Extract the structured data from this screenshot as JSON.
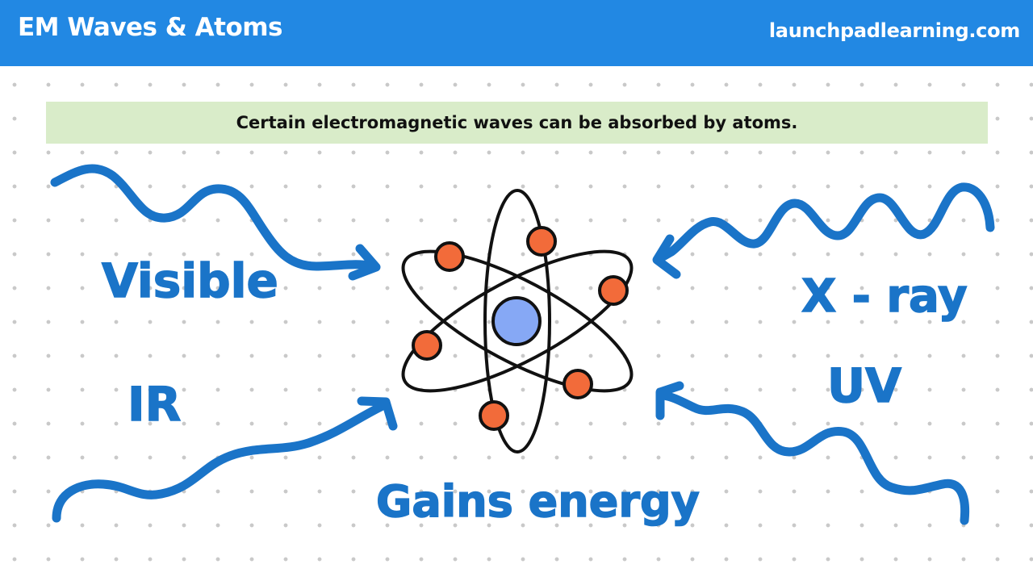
{
  "header": {
    "title": "EM Waves & Atoms",
    "site": "launchpadlearning.com",
    "color": "#2288e3"
  },
  "banner": {
    "text": "Certain electromagnetic waves can be absorbed by atoms.",
    "color": "#d9ecc9"
  },
  "diagram": {
    "labels": {
      "visible": "Visible",
      "ir": "IR",
      "xray": "X - ray",
      "uv": "UV",
      "result": "Gains energy"
    },
    "colors": {
      "wave": "#1a74c8",
      "nucleus": "#86a8f5",
      "electron": "#f26b3a",
      "orbit": "#111111"
    },
    "icons": [
      "atom-icon",
      "wave-arrow-icon"
    ]
  }
}
